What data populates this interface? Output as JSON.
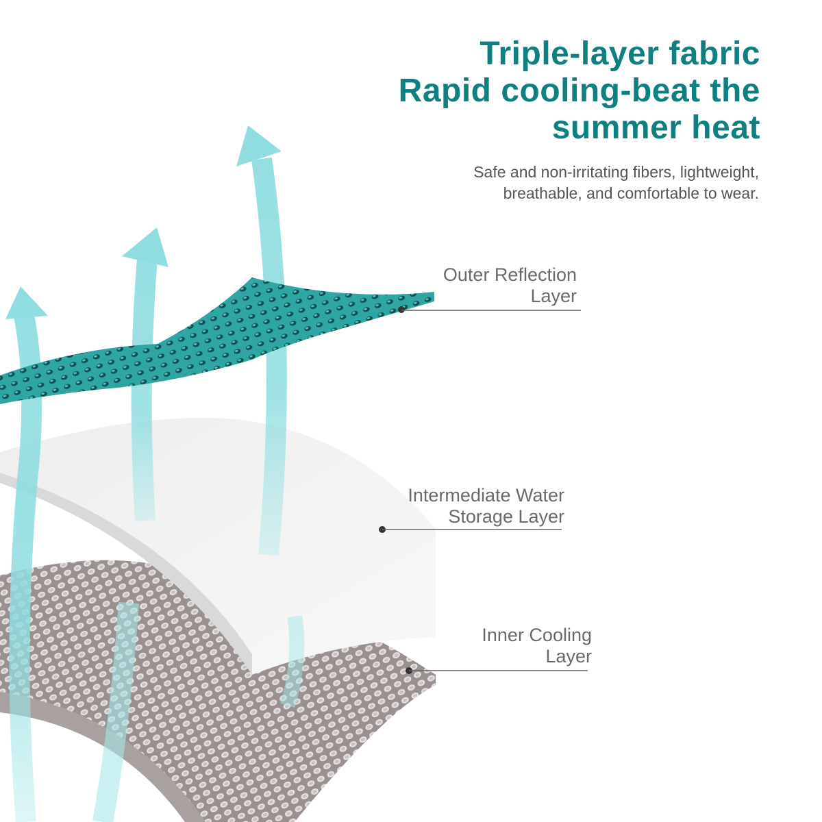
{
  "headline": {
    "line1": "Triple-layer fabric",
    "line2": "Rapid cooling-beat the",
    "line3": "summer heat"
  },
  "subtitle": {
    "line1": "Safe and non-irritating fibers, lightweight,",
    "line2": "breathable, and comfortable to wear."
  },
  "layers": [
    {
      "line1": "Outer Reflection",
      "line2": "Layer",
      "color": "#2a9d9a"
    },
    {
      "line1": "Intermediate Water",
      "line2": "Storage Layer",
      "color": "#f2f2f2"
    },
    {
      "line1": "Inner Cooling",
      "line2": "Layer",
      "color": "#a89f9f"
    }
  ],
  "colors": {
    "accent": "#0f8080",
    "airflow_arrow": "#8fdde0",
    "text_gray": "#6a6a6a"
  },
  "icons": [
    "airflow-arrow-icon"
  ]
}
